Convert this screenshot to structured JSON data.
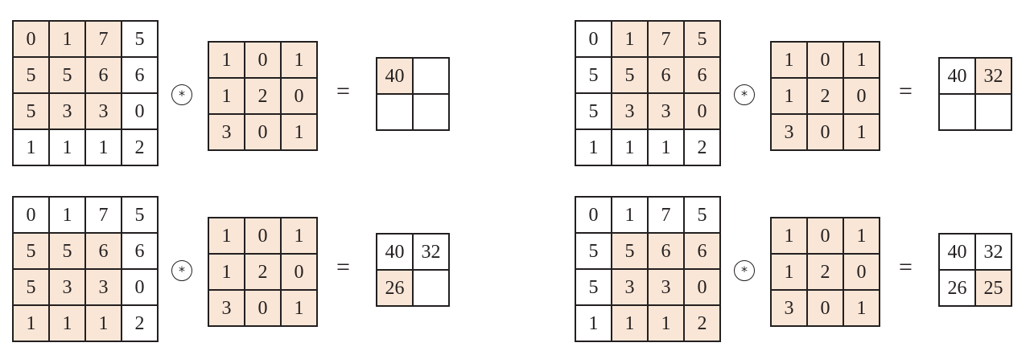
{
  "operators": {
    "convolution": "*",
    "equals": "="
  },
  "colors": {
    "highlight": "#f9e6d6",
    "line": "#231f20",
    "background": "#ffffff"
  },
  "panels": [
    {
      "input": [
        [
          "0",
          "1",
          "7",
          "5"
        ],
        [
          "5",
          "5",
          "6",
          "6"
        ],
        [
          "5",
          "3",
          "3",
          "0"
        ],
        [
          "1",
          "1",
          "1",
          "2"
        ]
      ],
      "input_highlight": [
        [
          true,
          true,
          true,
          false
        ],
        [
          true,
          true,
          true,
          false
        ],
        [
          true,
          true,
          true,
          false
        ],
        [
          false,
          false,
          false,
          false
        ]
      ],
      "kernel": [
        [
          "1",
          "0",
          "1"
        ],
        [
          "1",
          "2",
          "0"
        ],
        [
          "3",
          "0",
          "1"
        ]
      ],
      "output": [
        [
          "40",
          ""
        ],
        [
          "",
          ""
        ]
      ],
      "output_highlight": [
        [
          true,
          false
        ],
        [
          false,
          false
        ]
      ]
    },
    {
      "input": [
        [
          "0",
          "1",
          "7",
          "5"
        ],
        [
          "5",
          "5",
          "6",
          "6"
        ],
        [
          "5",
          "3",
          "3",
          "0"
        ],
        [
          "1",
          "1",
          "1",
          "2"
        ]
      ],
      "input_highlight": [
        [
          false,
          true,
          true,
          true
        ],
        [
          false,
          true,
          true,
          true
        ],
        [
          false,
          true,
          true,
          true
        ],
        [
          false,
          false,
          false,
          false
        ]
      ],
      "kernel": [
        [
          "1",
          "0",
          "1"
        ],
        [
          "1",
          "2",
          "0"
        ],
        [
          "3",
          "0",
          "1"
        ]
      ],
      "output": [
        [
          "40",
          "32"
        ],
        [
          "",
          ""
        ]
      ],
      "output_highlight": [
        [
          false,
          true
        ],
        [
          false,
          false
        ]
      ]
    },
    {
      "input": [
        [
          "0",
          "1",
          "7",
          "5"
        ],
        [
          "5",
          "5",
          "6",
          "6"
        ],
        [
          "5",
          "3",
          "3",
          "0"
        ],
        [
          "1",
          "1",
          "1",
          "2"
        ]
      ],
      "input_highlight": [
        [
          false,
          false,
          false,
          false
        ],
        [
          true,
          true,
          true,
          false
        ],
        [
          true,
          true,
          true,
          false
        ],
        [
          true,
          true,
          true,
          false
        ]
      ],
      "kernel": [
        [
          "1",
          "0",
          "1"
        ],
        [
          "1",
          "2",
          "0"
        ],
        [
          "3",
          "0",
          "1"
        ]
      ],
      "output": [
        [
          "40",
          "32"
        ],
        [
          "26",
          ""
        ]
      ],
      "output_highlight": [
        [
          false,
          false
        ],
        [
          true,
          false
        ]
      ]
    },
    {
      "input": [
        [
          "0",
          "1",
          "7",
          "5"
        ],
        [
          "5",
          "5",
          "6",
          "6"
        ],
        [
          "5",
          "3",
          "3",
          "0"
        ],
        [
          "1",
          "1",
          "1",
          "2"
        ]
      ],
      "input_highlight": [
        [
          false,
          false,
          false,
          false
        ],
        [
          false,
          true,
          true,
          true
        ],
        [
          false,
          true,
          true,
          true
        ],
        [
          false,
          true,
          true,
          true
        ]
      ],
      "kernel": [
        [
          "1",
          "0",
          "1"
        ],
        [
          "1",
          "2",
          "0"
        ],
        [
          "3",
          "0",
          "1"
        ]
      ],
      "output": [
        [
          "40",
          "32"
        ],
        [
          "26",
          "25"
        ]
      ],
      "output_highlight": [
        [
          false,
          false
        ],
        [
          false,
          true
        ]
      ]
    }
  ]
}
